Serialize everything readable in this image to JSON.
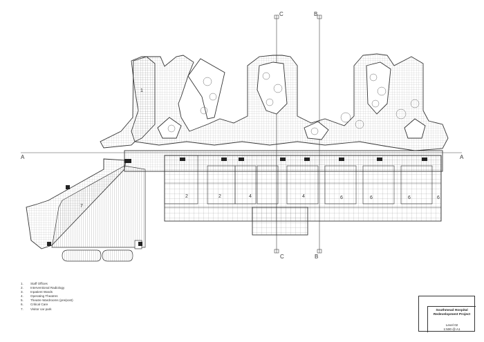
{
  "section_markers": {
    "a_left": "A",
    "a_right": "A",
    "b_top": "B",
    "b_bottom": "B",
    "c_top": "C",
    "c_bottom": "C"
  },
  "zone_labels": [
    "1",
    "2",
    "2",
    "4",
    "4",
    "6",
    "6",
    "6",
    "6",
    "7"
  ],
  "legend": [
    {
      "num": "1.",
      "text": "Staff Offices"
    },
    {
      "num": "2.",
      "text": "Interventional Radiology"
    },
    {
      "num": "3.",
      "text": "Inpatient Wards"
    },
    {
      "num": "4.",
      "text": "Operating Theatres"
    },
    {
      "num": "5.",
      "text": "Theatre Wardrooms (pre/post)"
    },
    {
      "num": "6.",
      "text": "Critical Care"
    },
    {
      "num": "7.",
      "text": "Visitor car park"
    }
  ],
  "title_block": {
    "project_line1": "Southmead Hospital",
    "project_line2": "Redevelopment Project",
    "level": "Level 02",
    "scale": "1:500 @ A1"
  }
}
